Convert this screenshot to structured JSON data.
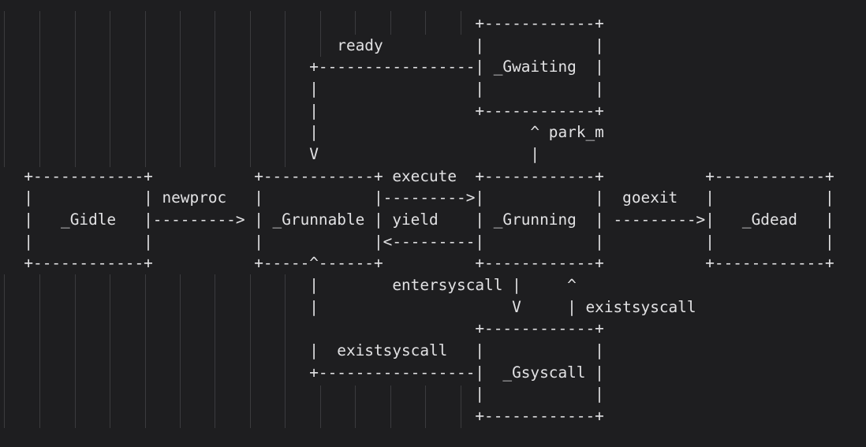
{
  "diagram": {
    "description_labels": {
      "states": [
        "_Gidle",
        "_Grunnable",
        "_Grunning",
        "_Gwaiting",
        "_Gsyscall",
        "_Gdead"
      ],
      "transitions": [
        "newproc",
        "ready",
        "execute",
        "yield",
        "park_m",
        "goexit",
        "entersyscall",
        "existsyscall"
      ]
    },
    "colors": {
      "background": "#1e1e20",
      "text": "#e2e2e4",
      "guide": "#3b3b3e"
    },
    "lines": [
      "                                                   +------------+",
      "                                    ready          |            |",
      "                                 +-----------------| _Gwaiting  |",
      "                                 |                 |            |",
      "                                 |                 +------------+",
      "                                 |                       ^ park_m",
      "                                 V                       |",
      "  +------------+           +------------+ execute  +------------+           +------------+",
      "  |            | newproc   |            |--------->|            |  goexit   |            |",
      "  |   _Gidle   |---------> | _Grunnable | yield    | _Grunning  | --------->|   _Gdead   |",
      "  |            |           |            |<---------|            |           |            |",
      "  +------------+           +-----^------+          +------------+           +------------+",
      "                                 |        entersyscall |     ^",
      "                                 |                     V     | existsyscall",
      "                                                   +------------+",
      "                                 |  existsyscall   |            |",
      "                                 +-----------------|  _Gsyscall |",
      "                                                   |            |",
      "                                                   +------------+"
    ]
  }
}
